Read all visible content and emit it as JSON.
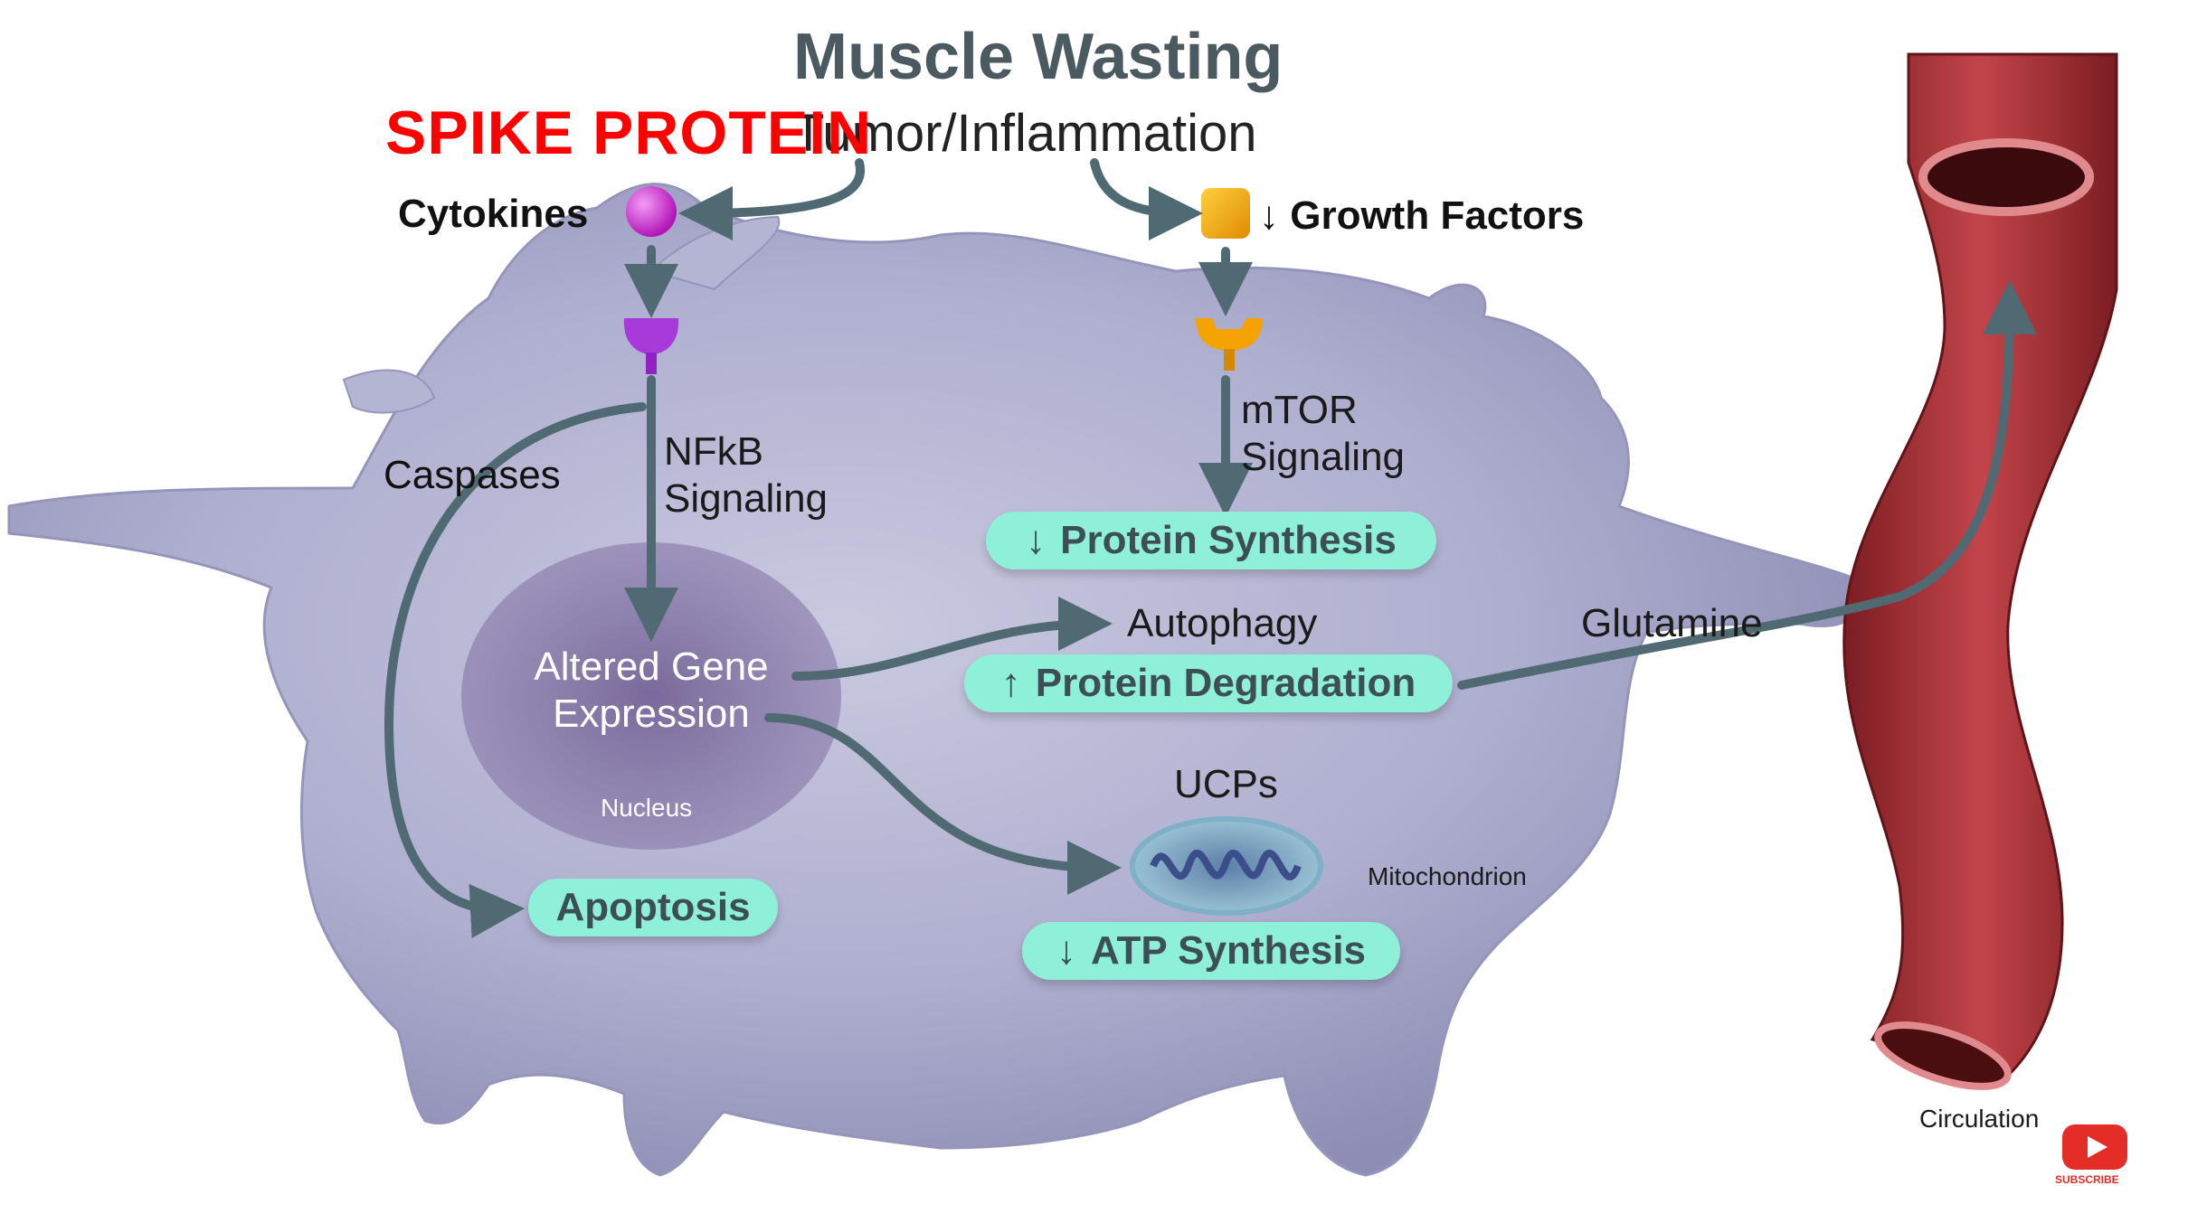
{
  "title": "Muscle Wasting",
  "overlay": "SPIKE PROTEIN",
  "subtitle": "Tumor/Inflammation",
  "cytokines": "Cytokines",
  "growth_factors": {
    "arrow": "↓",
    "label": "Growth Factors"
  },
  "nfkb": [
    "NFkB",
    "Signaling"
  ],
  "mtor": [
    "mTOR",
    "Signaling"
  ],
  "caspases": "Caspases",
  "altered_gene": [
    "Altered Gene",
    "Expression"
  ],
  "nucleus": "Nucleus",
  "autophagy": "Autophagy",
  "glutamine": "Glutamine",
  "ucps": "UCPs",
  "mitochondrion": "Mitochondrion",
  "circulation": "Circulation",
  "pills": {
    "protein_synthesis": {
      "arrow": "↓",
      "label": "Protein Synthesis"
    },
    "protein_degradation": {
      "arrow": "↑",
      "label": "Protein Degradation"
    },
    "apoptosis": {
      "arrow": "",
      "label": "Apoptosis"
    },
    "atp_synthesis": {
      "arrow": "↓",
      "label": "ATP Synthesis"
    }
  },
  "subscribe": "SUBSCRIBE",
  "colors": {
    "arrow": "#4f6a72",
    "pill": "#8ef0d6",
    "cell": "#b3b4d2",
    "cytokine": "#d63ad8",
    "growth_factor": "#f5a300",
    "vessel": "#a82f34",
    "overlay": "#ff0000"
  }
}
